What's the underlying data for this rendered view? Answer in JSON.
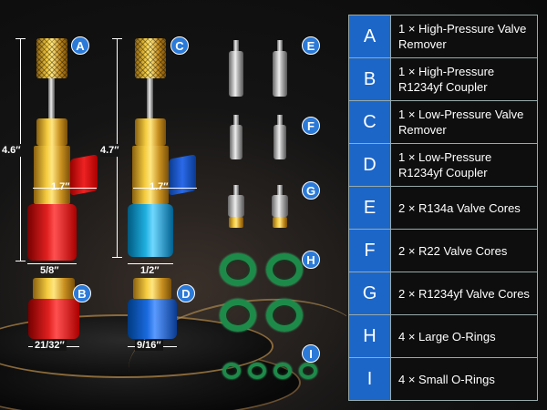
{
  "colors": {
    "badge_blue": "#2b7ad8",
    "table_letter_bg": "#1c66c8",
    "table_desc_bg": "#0e0e0e",
    "oring_green": "#1e8a4a"
  },
  "labels": {
    "a": "A",
    "b": "B",
    "c": "C",
    "d": "D",
    "e": "E",
    "f": "F",
    "g": "G",
    "h": "H",
    "i": "I"
  },
  "dimensions": {
    "a_height": "4.6″",
    "c_height": "4.7″",
    "a_body_width": "1.7″",
    "c_body_width": "1.7″",
    "a_coupler_width": "5/8″",
    "c_coupler_width": "1/2″",
    "b_width": "21/32″",
    "d_width": "9/16″"
  },
  "table": {
    "rows": [
      {
        "letter": "A",
        "desc": "1 × High-Pressure Valve Remover"
      },
      {
        "letter": "B",
        "desc": "1 × High-Pressure R1234yf Coupler"
      },
      {
        "letter": "C",
        "desc": "1 × Low-Pressure Valve Remover"
      },
      {
        "letter": "D",
        "desc": "1 × Low-Pressure R1234yf Coupler"
      },
      {
        "letter": "E",
        "desc": "2 × R134a Valve Cores"
      },
      {
        "letter": "F",
        "desc": "2 × R22 Valve Cores"
      },
      {
        "letter": "G",
        "desc": "2 × R1234yf Valve Cores"
      },
      {
        "letter": "H",
        "desc": "4 × Large O-Rings"
      },
      {
        "letter": "I",
        "desc": "4 × Small O-Rings"
      }
    ]
  }
}
